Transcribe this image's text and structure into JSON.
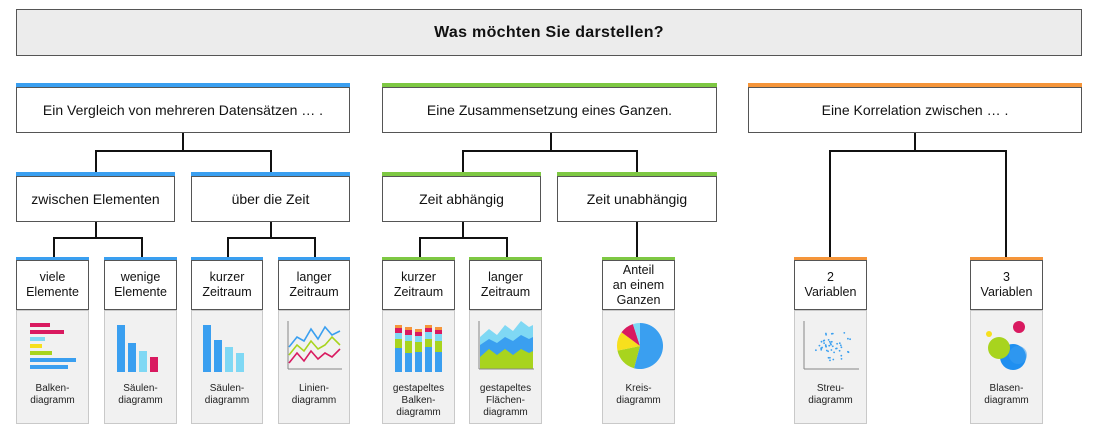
{
  "title": "Was möchten Sie darstellen?",
  "colors": {
    "blue": "#3a9ff0",
    "green": "#7ec843",
    "orange": "#f5953a",
    "magenta": "#d91a60",
    "cyan": "#7fd8f4",
    "yellowgreen": "#a8d41e",
    "yellow": "#f7e01d",
    "darkblue": "#1f76d1"
  },
  "categories": {
    "comparison": "Ein Vergleich von mehreren Datensätzen … .",
    "composition": "Eine Zusammensetzung eines Ganzen.",
    "correlation": "Eine Korrelation zwischen … ."
  },
  "subcategories": {
    "between_elements": "zwischen Elementen",
    "over_time": "über die Zeit",
    "time_dependent": "Zeit abhängig",
    "time_independent": "Zeit unabhängig"
  },
  "leaves": {
    "many_elements": "viele\nElemente",
    "few_elements": "wenige\nElemente",
    "short_period_1": "kurzer\nZeitraum",
    "long_period_1": "langer\nZeitraum",
    "short_period_2": "kurzer\nZeitraum",
    "long_period_2": "langer\nZeitraum",
    "share_of_whole": "Anteil\nan einem\nGanzen",
    "two_variables": "2\nVariablen",
    "three_variables": "3\nVariablen"
  },
  "charts": {
    "bar_chart": "Balken-\ndiagramm",
    "column_chart_1": "Säulen-\ndiagramm",
    "column_chart_2": "Säulen-\ndiagramm",
    "line_chart": "Linien-\ndiagramm",
    "stacked_bar": "gestapeltes\nBalken-\ndiagramm",
    "stacked_area": "gestapeltes\nFlächen-\ndiagramm",
    "pie_chart": "Kreis-\ndiagramm",
    "scatter_chart": "Streu-\ndiagramm",
    "bubble_chart": "Blasen-\ndiagramm"
  }
}
